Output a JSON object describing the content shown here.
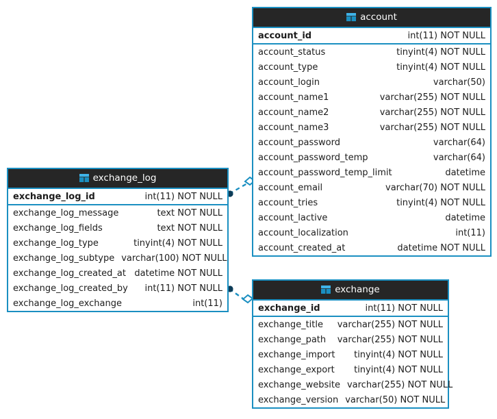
{
  "diagram": {
    "kind": "er-diagram",
    "background": "#ffffff",
    "accent_color": "#1a8fc1",
    "header_color": "#262626",
    "header_text_color": "#ffffff",
    "body_text_color": "#1c1c1c",
    "icon_name": "table-icon"
  },
  "entities": [
    {
      "id": "account",
      "name": "account",
      "icon": "table-icon",
      "primary_key": {
        "name": "account_id",
        "type": "int(11) NOT NULL"
      },
      "columns": [
        {
          "name": "account_status",
          "type": "tinyint(4) NOT NULL"
        },
        {
          "name": "account_type",
          "type": "tinyint(4) NOT NULL"
        },
        {
          "name": "account_login",
          "type": "varchar(50)"
        },
        {
          "name": "account_name1",
          "type": "varchar(255) NOT NULL"
        },
        {
          "name": "account_name2",
          "type": "varchar(255) NOT NULL"
        },
        {
          "name": "account_name3",
          "type": "varchar(255) NOT NULL"
        },
        {
          "name": "account_password",
          "type": "varchar(64)"
        },
        {
          "name": "account_password_temp",
          "type": "varchar(64)"
        },
        {
          "name": "account_password_temp_limit",
          "type": "datetime"
        },
        {
          "name": "account_email",
          "type": "varchar(70) NOT NULL"
        },
        {
          "name": "account_tries",
          "type": "tinyint(4) NOT NULL"
        },
        {
          "name": "account_lactive",
          "type": "datetime"
        },
        {
          "name": "account_localization",
          "type": "int(11)"
        },
        {
          "name": "account_created_at",
          "type": "datetime NOT NULL"
        }
      ]
    },
    {
      "id": "exchange_log",
      "name": "exchange_log",
      "icon": "table-icon",
      "primary_key": {
        "name": "exchange_log_id",
        "type": "int(11) NOT NULL"
      },
      "columns": [
        {
          "name": "exchange_log_message",
          "type": "text NOT NULL"
        },
        {
          "name": "exchange_log_fields",
          "type": "text NOT NULL"
        },
        {
          "name": "exchange_log_type",
          "type": "tinyint(4) NOT NULL"
        },
        {
          "name": "exchange_log_subtype",
          "type": "varchar(100) NOT NULL"
        },
        {
          "name": "exchange_log_created_at",
          "type": "datetime NOT NULL"
        },
        {
          "name": "exchange_log_created_by",
          "type": "int(11) NOT NULL"
        },
        {
          "name": "exchange_log_exchange",
          "type": "int(11)"
        }
      ]
    },
    {
      "id": "exchange",
      "name": "exchange",
      "icon": "table-icon",
      "primary_key": {
        "name": "exchange_id",
        "type": "int(11) NOT NULL"
      },
      "columns": [
        {
          "name": "exchange_title",
          "type": "varchar(255) NOT NULL"
        },
        {
          "name": "exchange_path",
          "type": "varchar(255) NOT NULL"
        },
        {
          "name": "exchange_import",
          "type": "tinyint(4) NOT NULL"
        },
        {
          "name": "exchange_export",
          "type": "tinyint(4) NOT NULL"
        },
        {
          "name": "exchange_website",
          "type": "varchar(255) NOT NULL"
        },
        {
          "name": "exchange_version",
          "type": "varchar(50) NOT NULL"
        }
      ]
    }
  ],
  "relationships": [
    {
      "id": "rel-log-account",
      "from_entity": "exchange_log",
      "from_column": "exchange_log_created_by",
      "to_entity": "account",
      "to_column": "account_id",
      "from_marker": "filled-circle",
      "to_marker": "open-diamond",
      "line_style": "dashed"
    },
    {
      "id": "rel-log-exchange",
      "from_entity": "exchange_log",
      "from_column": "exchange_log_exchange",
      "to_entity": "exchange",
      "to_column": "exchange_id",
      "from_marker": "filled-circle",
      "to_marker": "open-diamond",
      "line_style": "dashed"
    }
  ]
}
